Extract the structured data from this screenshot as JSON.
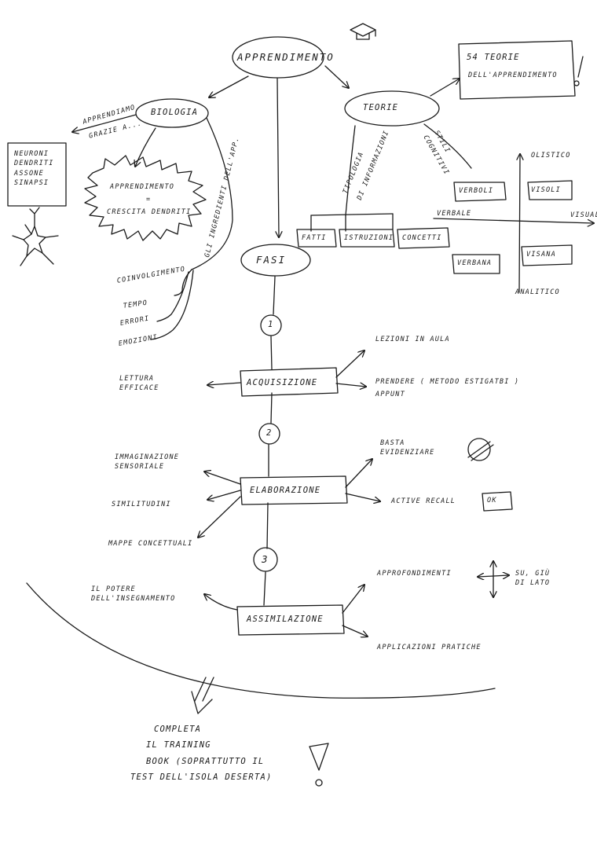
{
  "root": {
    "title": "APPRENDIMENTO"
  },
  "biology": {
    "label": "BIOLOGIA",
    "arrow_note_1": "APPRENDIAMO",
    "arrow_note_2": "GRAZIE A...",
    "neuron_parts": [
      "NEURONI",
      "DENDRITI",
      "ASSONE",
      "SINAPSI"
    ],
    "burst_line_1": "APPRENDIMENTO",
    "burst_line_2": "=",
    "burst_line_3": "CRESCITA DENDRITI",
    "ingredients_note": "GLI INGREDIENTI DELL'APP.",
    "ingredients": [
      "COINVOLGIMENTO",
      "TEMPO",
      "ERRORI",
      "EMOZIONI"
    ]
  },
  "theories": {
    "label": "TEORIE",
    "box_line_1": "54 TEORIE",
    "box_line_2": "DELL'APPRENDIMENTO",
    "info_types_note_1": "TIPOLOGIA",
    "info_types_note_2": "DI INFORMAZIONI",
    "info_types": [
      "FATTI",
      "ISTRUZIONI",
      "CONCETTI"
    ],
    "styles_note_1": "STILI",
    "styles_note_2": "COGNITIVI",
    "axis_top": "OLISTICO",
    "axis_bottom": "ANALITICO",
    "axis_left": "VERBALE",
    "axis_right": "VISUAL",
    "quadrants": [
      "VERBOLI",
      "VISOLI",
      "VERBANA",
      "VISANA"
    ]
  },
  "phases": {
    "label": "FASI",
    "steps": [
      {
        "number": "1",
        "name": "ACQUISIZIONE",
        "left": [
          "LETTURA",
          "EFFICACE"
        ],
        "right_top": "LEZIONI IN AULA",
        "right_bottom_1": "PRENDERE   ( METODO ESTIGATBI )",
        "right_bottom_2": "APPUNT"
      },
      {
        "number": "2",
        "name": "ELABORAZIONE",
        "left_1": [
          "IMMAGINAZIONE",
          "SENSORIALE"
        ],
        "left_2": "SIMILITUDINI",
        "left_3": "MAPPE CONCETTUALI",
        "right_top": [
          "BASTA",
          "EVIDENZIARE"
        ],
        "right_bottom": "ACTIVE RECALL",
        "right_badge": "OK"
      },
      {
        "number": "3",
        "name": "ASSIMILAZIONE",
        "left": [
          "IL POTERE",
          "DELL'INSEGNAMENTO"
        ],
        "right_top": "APPROFONDIMENTI",
        "right_top_note": [
          "SU, GIÙ",
          "DI LATO"
        ],
        "right_bottom": "APPLICAZIONI PRATICHE"
      }
    ]
  },
  "final": {
    "lines": [
      "COMPLETA",
      "IL TRAINING",
      "BOOK  (SOPRATTUTTO IL",
      "TEST DELL'ISOLA DESERTA)"
    ]
  }
}
